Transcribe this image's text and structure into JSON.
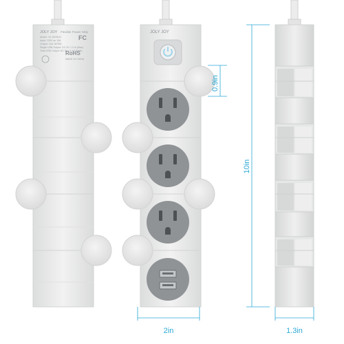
{
  "product": {
    "brand": "JOLY JOY",
    "label_title": "Flexible Power Strip",
    "label_lines": [
      "Model: JO-SK05U2",
      "Input: 125V ac 15A",
      "Output: 15A  1875W",
      "Single USB Output: DC 5V / 2.1A (Max)",
      "Total USB Output: DC 5V / 3.1A (Total)"
    ],
    "cert_fc": "FC",
    "cert_rohs": "RoHS",
    "made_in": "MADE IN CHINA"
  },
  "dimensions": {
    "segment_height": "0.9in",
    "overall_length": "10in",
    "width": "2in",
    "depth": "1.3in"
  },
  "colors": {
    "body": "#e9eaea",
    "outlet_face": "#8f9396",
    "accent": "#2aa9d6",
    "usb_port": "#bfc3c6"
  }
}
